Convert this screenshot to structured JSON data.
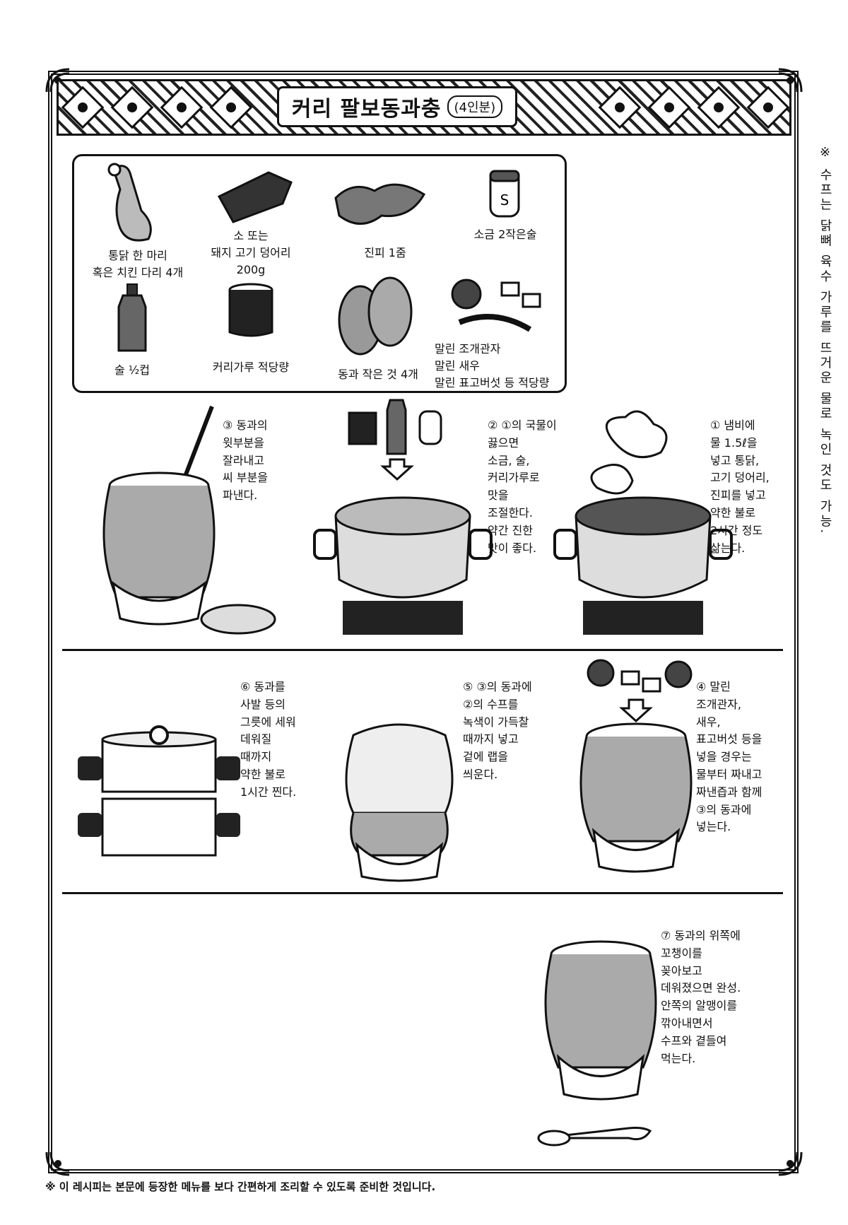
{
  "header": {
    "title": "커리 팔보동과충",
    "servings": "(4인분)"
  },
  "side_note": "※ 수프는 닭뼈 육수 가루를 뜨거운 물로 녹인 것도 가능.",
  "ingredients": [
    {
      "icon": "chicken-leg-icon",
      "label": "통닭 한 마리\n혹은 치킨 다리 4개"
    },
    {
      "icon": "meat-block-icon",
      "label": "소 또는\n돼지 고기 덩어리\n200g"
    },
    {
      "icon": "dried-peel-icon",
      "label": "진피 1줌"
    },
    {
      "icon": "salt-shaker-icon",
      "label": "소금 2작은술"
    },
    {
      "icon": "wine-bottle-icon",
      "label": "술 ½컵"
    },
    {
      "icon": "curry-can-icon",
      "label": "커리가루 적당량"
    },
    {
      "icon": "winter-melon-icon",
      "label": "동과 작은 것 4개"
    },
    {
      "icon": "dried-seafood-icon",
      "label": "말린 조개관자\n말린 새우\n말린 표고버섯 등 적당량"
    }
  ],
  "steps": [
    {
      "number": "①",
      "text": "① 냄비에\n물 1.5ℓ을\n넣고 통닭,\n고기 덩어리,\n진피를 넣고\n약한 불로\n2시간 정도\n삶는다."
    },
    {
      "number": "②",
      "text": "② ①의 국물이\n끓으면\n소금, 술,\n커리가루로\n맛을\n조절한다.\n약간 진한\n맛이 좋다."
    },
    {
      "number": "③",
      "text": "③ 동과의\n윗부분을\n잘라내고\n씨 부분을\n파낸다."
    },
    {
      "number": "④",
      "text": "④ 말린\n조개관자,\n새우,\n표고버섯 등을\n넣을 경우는\n물부터 짜내고\n짜낸즙과 함께\n③의 동과에\n넣는다."
    },
    {
      "number": "⑤",
      "text": "⑤ ③의 동과에\n②의 수프를\n녹색이 가득찰\n때까지 넣고\n겉에 랩을\n씌운다."
    },
    {
      "number": "⑥",
      "text": "⑥ 동과를\n사발 등의\n그릇에 세워\n데워질\n때까지\n약한 불로\n1시간 찐다."
    },
    {
      "number": "⑦",
      "text": "⑦ 동과의 위쪽에\n꼬챙이를\n꽂아보고\n데워졌으면 완성.\n안쪽의 알맹이를\n깎아내면서\n수프와 곁들여\n먹는다."
    }
  ],
  "footnote": "※ 이 레시피는 본문에 등장한 메뉴를 보다 간편하게 조리할 수 있도록 준비한 것입니다.",
  "colors": {
    "ink": "#111111",
    "paper": "#ffffff",
    "tone": "#9a9a9a"
  }
}
